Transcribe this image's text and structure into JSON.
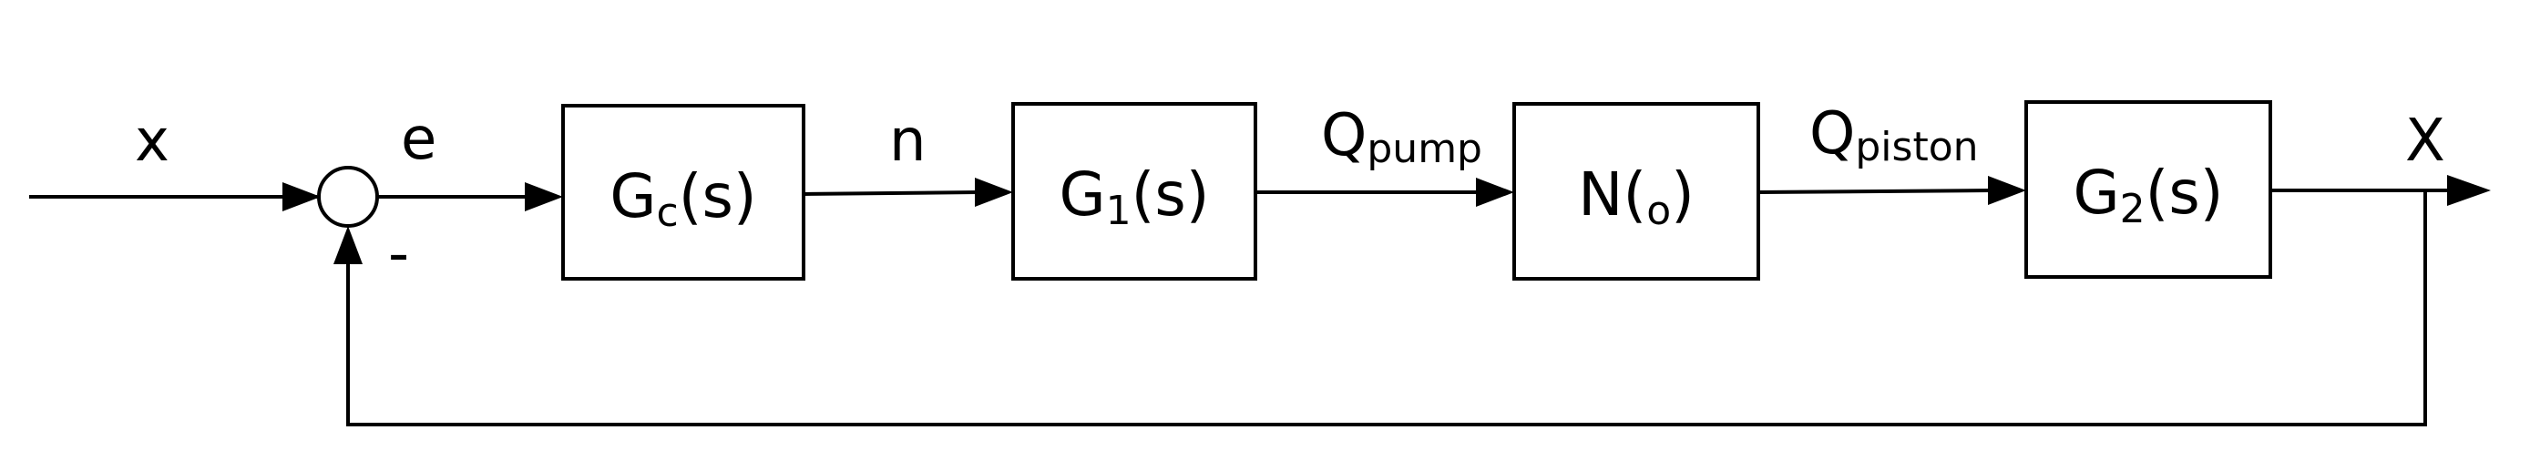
{
  "diagram": {
    "blocks": {
      "gc": {
        "base": "G",
        "sub": "c",
        "rest": "(s)"
      },
      "g1": {
        "base": "G",
        "sub": "1",
        "rest": "(s)"
      },
      "n": {
        "base": "N(",
        "sub": "o",
        "rest": ")"
      },
      "g2": {
        "base": "G",
        "sub": "2",
        "rest": "(s)"
      }
    },
    "signals": {
      "input": {
        "base": "x"
      },
      "error": {
        "base": "e"
      },
      "n": {
        "base": "n"
      },
      "q_pump": {
        "base": "Q",
        "sub": "pump"
      },
      "q_piston": {
        "base": "Q",
        "sub": "piston"
      },
      "output": {
        "base": "X"
      }
    },
    "summing_sign": "-"
  }
}
